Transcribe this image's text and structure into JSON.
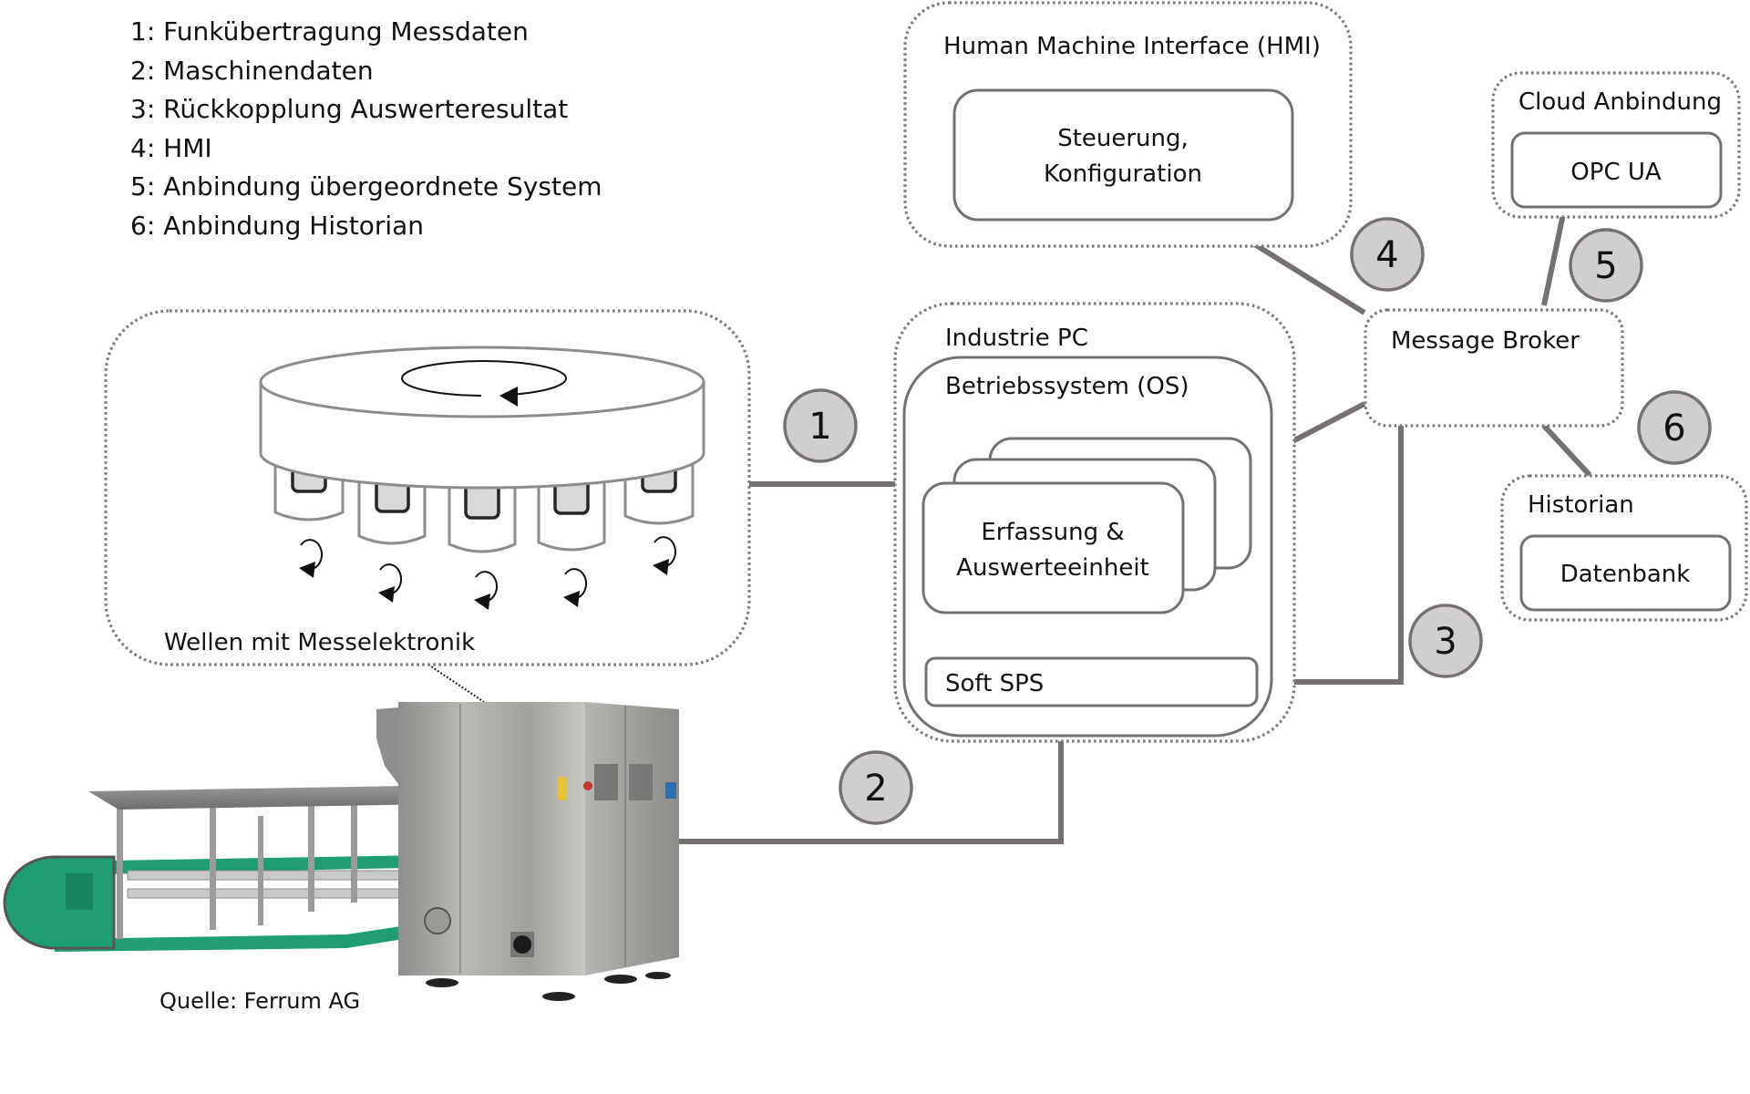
{
  "legend": {
    "items": [
      "1: Funkübertragung Messdaten",
      "2: Maschinendaten",
      "3: Rückkopplung Auswerteresultat",
      "4: HMI",
      "5: Anbindung übergeordnete System",
      "6: Anbindung Historian"
    ]
  },
  "shafts_panel": {
    "label": "Wellen mit Messelektronik",
    "shaft_count": 5
  },
  "photo": {
    "caption": "Quelle: Ferrum AG"
  },
  "hmi": {
    "title": "Human Machine Interface (HMI)",
    "inner_line1": "Steuerung,",
    "inner_line2": "Konfiguration"
  },
  "industrie_pc": {
    "title": "Industrie PC",
    "os_title": "Betriebssystem (OS)",
    "unit_line1": "Erfassung &",
    "unit_line2": "Auswerteeinheit",
    "soft_sps": "Soft SPS"
  },
  "broker": {
    "title": "Message Broker"
  },
  "cloud": {
    "title": "Cloud Anbindung",
    "inner": "OPC UA"
  },
  "historian": {
    "title": "Historian",
    "inner": "Datenbank"
  },
  "badges": [
    "1",
    "2",
    "3",
    "4",
    "5",
    "6"
  ],
  "colors": {
    "connector": "#767171",
    "badge_fill": "#d0cece",
    "conveyor_green": "#1f9e72",
    "steel": "#a9a8a6"
  }
}
